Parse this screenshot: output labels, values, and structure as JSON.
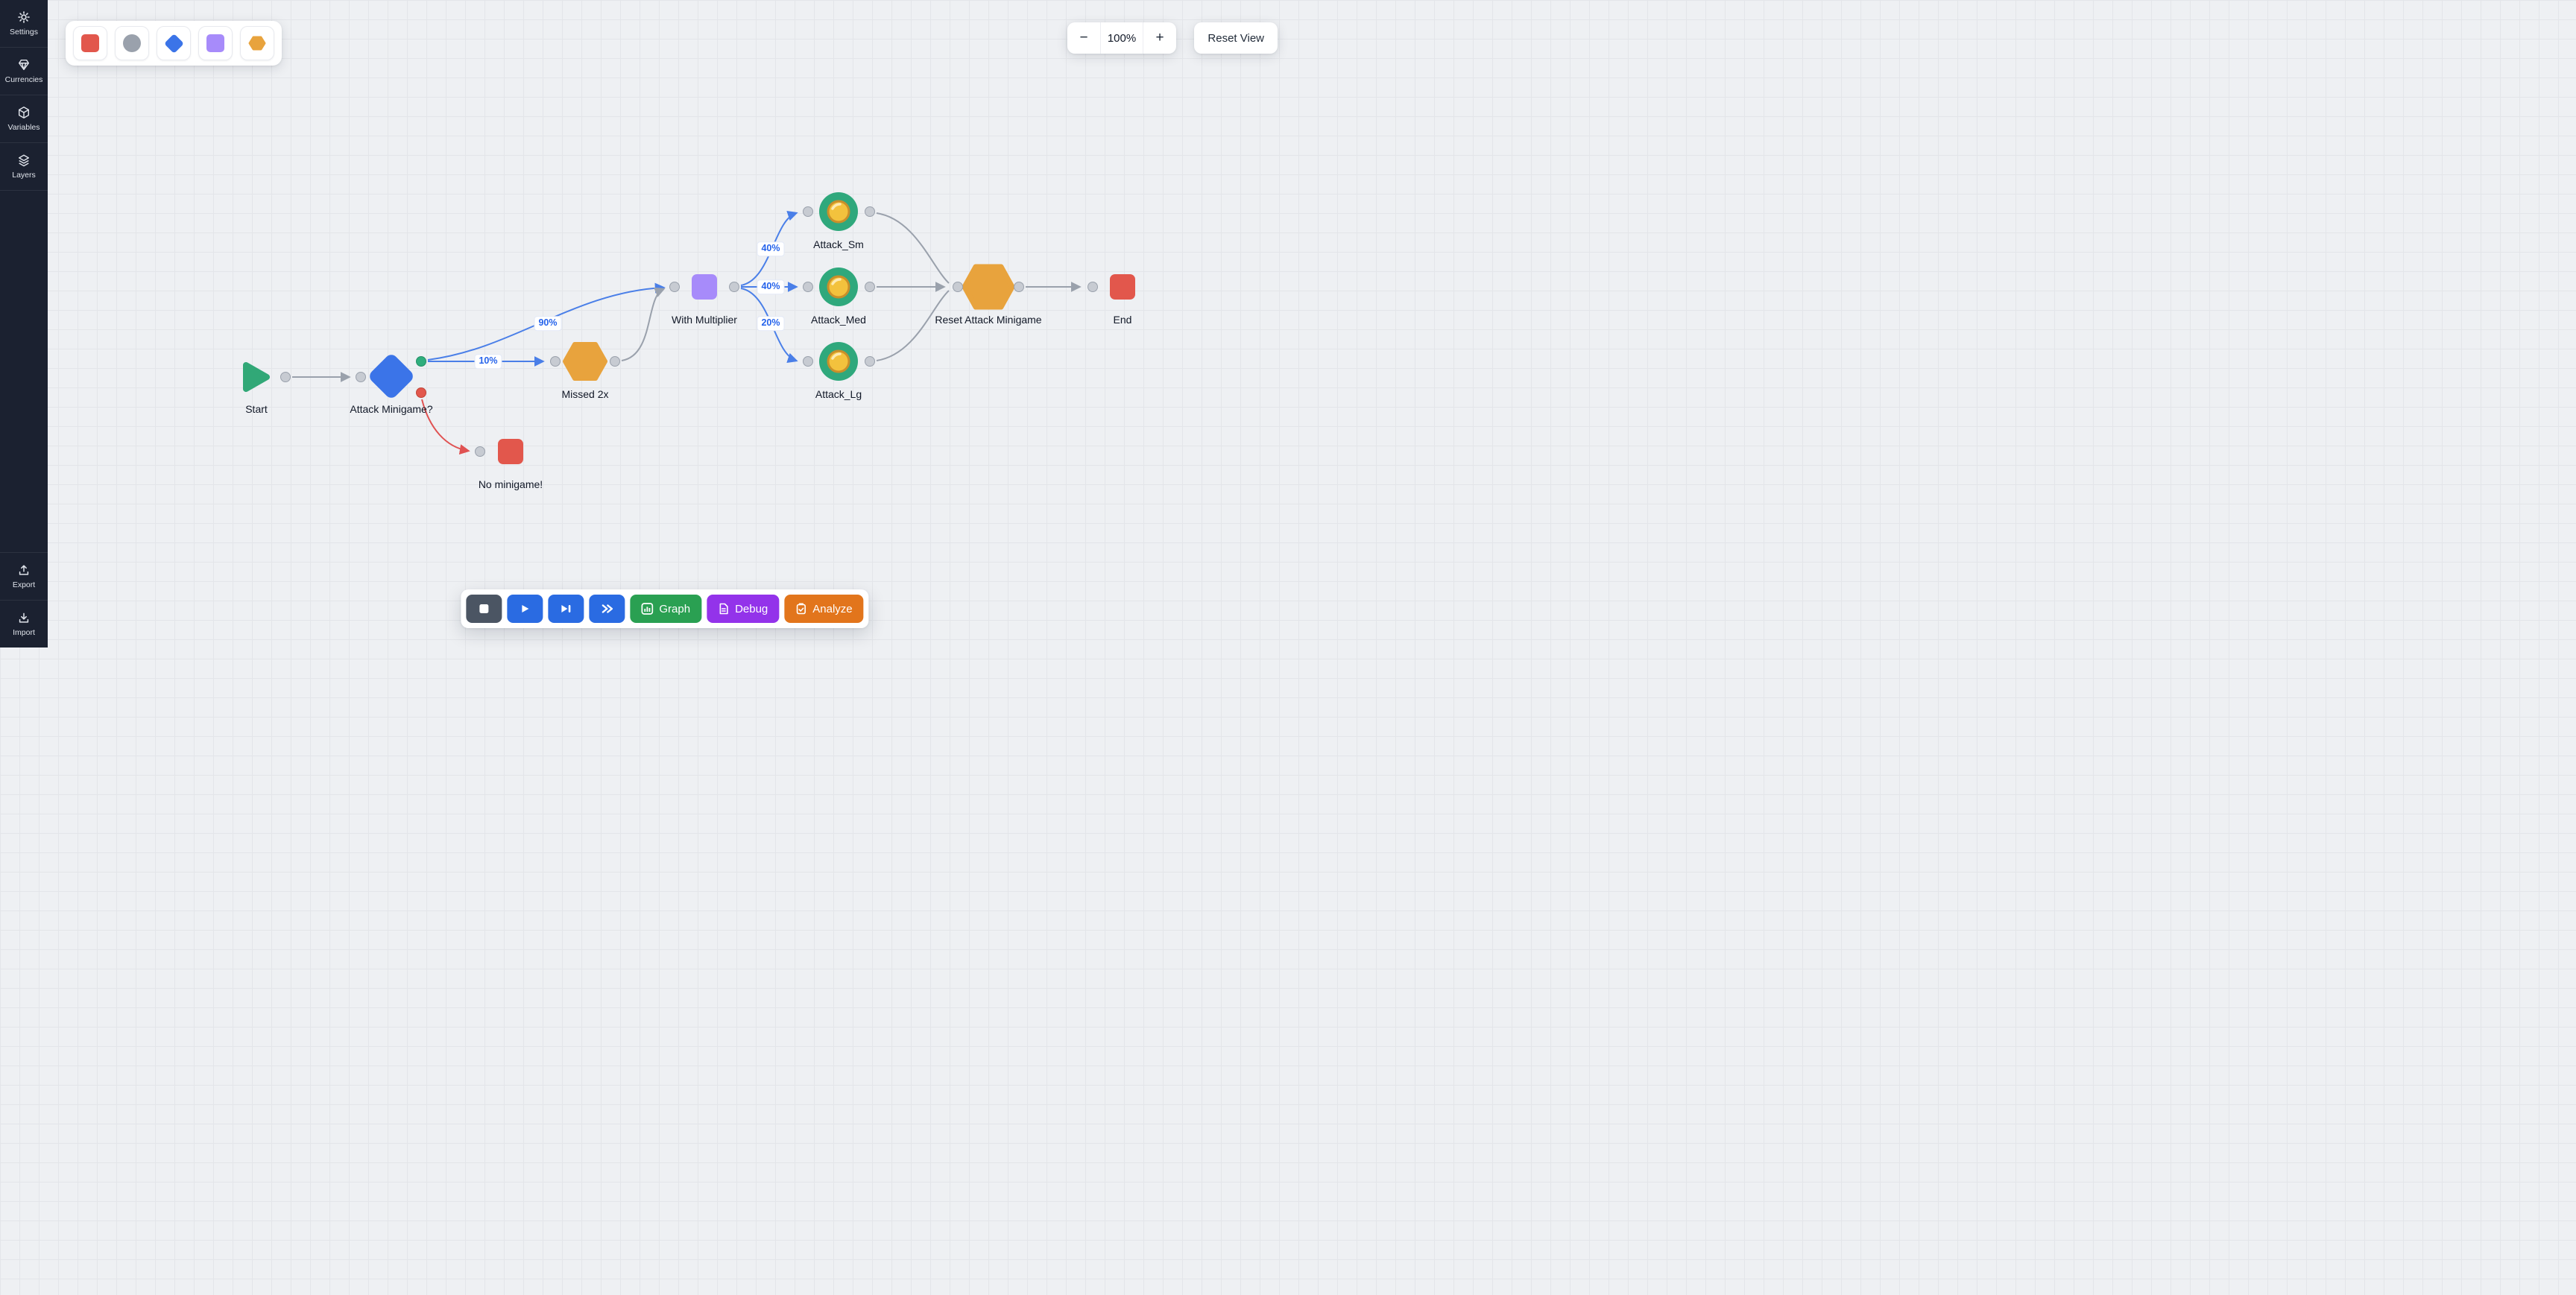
{
  "sidebar": {
    "items": [
      {
        "id": "settings",
        "label": "Settings"
      },
      {
        "id": "currencies",
        "label": "Currencies"
      },
      {
        "id": "variables",
        "label": "Variables"
      },
      {
        "id": "layers",
        "label": "Layers"
      }
    ],
    "bottom_items": [
      {
        "id": "export",
        "label": "Export"
      },
      {
        "id": "import",
        "label": "Import"
      }
    ]
  },
  "palette": {
    "items": [
      {
        "id": "red-square-tool"
      },
      {
        "id": "gray-circle-tool"
      },
      {
        "id": "blue-diamond-tool"
      },
      {
        "id": "purple-square-tool"
      },
      {
        "id": "orange-hexagon-tool"
      }
    ]
  },
  "zoom": {
    "out": "−",
    "level": "100%",
    "in": "+",
    "reset": "Reset View"
  },
  "playbar": {
    "graph": "Graph",
    "debug": "Debug",
    "analyze": "Analyze"
  },
  "nodes": [
    {
      "id": "start",
      "label": "Start",
      "shape": "green-triangle"
    },
    {
      "id": "attack-minigame",
      "label": "Attack Minigame?",
      "shape": "blue-diamond"
    },
    {
      "id": "no-minigame",
      "label": "No minigame!",
      "shape": "red-square"
    },
    {
      "id": "missed-2x",
      "label": "Missed 2x",
      "shape": "orange-hexagon"
    },
    {
      "id": "with-multiplier",
      "label": "With Multiplier",
      "shape": "purple-square"
    },
    {
      "id": "attack-sm",
      "label": "Attack_Sm",
      "shape": "green-coin-circle"
    },
    {
      "id": "attack-med",
      "label": "Attack_Med",
      "shape": "green-coin-circle"
    },
    {
      "id": "attack-lg",
      "label": "Attack_Lg",
      "shape": "green-coin-circle"
    },
    {
      "id": "reset-attack-minigame",
      "label": "Reset Attack Minigame",
      "shape": "orange-hexagon"
    },
    {
      "id": "end",
      "label": "End",
      "shape": "red-square"
    }
  ],
  "edges": [
    {
      "from": "start",
      "to": "attack-minigame",
      "label": ""
    },
    {
      "from": "attack-minigame",
      "to": "with-multiplier",
      "label": "90%"
    },
    {
      "from": "attack-minigame",
      "to": "missed-2x",
      "label": "10%"
    },
    {
      "from": "attack-minigame",
      "to": "no-minigame",
      "label": ""
    },
    {
      "from": "missed-2x",
      "to": "with-multiplier",
      "label": ""
    },
    {
      "from": "with-multiplier",
      "to": "attack-sm",
      "label": "40%"
    },
    {
      "from": "with-multiplier",
      "to": "attack-med",
      "label": "40%"
    },
    {
      "from": "with-multiplier",
      "to": "attack-lg",
      "label": "20%"
    },
    {
      "from": "attack-sm",
      "to": "reset-attack-minigame",
      "label": ""
    },
    {
      "from": "attack-med",
      "to": "reset-attack-minigame",
      "label": ""
    },
    {
      "from": "attack-lg",
      "to": "reset-attack-minigame",
      "label": ""
    },
    {
      "from": "reset-attack-minigame",
      "to": "end",
      "label": ""
    }
  ],
  "colors": {
    "sidebar_bg": "#1b2130",
    "node_green": "#31a877",
    "node_blue": "#3b74e8",
    "node_orange": "#e8a33d",
    "node_purple": "#a78bfa",
    "node_red": "#e2574c",
    "coin_gold": "#f3c23d",
    "edge_gray": "#9aa1ac",
    "edge_blue": "#4a7fe8",
    "edge_red": "#e05252",
    "btn_stop_gray": "#4b5563",
    "btn_blue": "#2a6be2",
    "btn_graph_green": "#2aa052",
    "btn_debug_purple": "#9333ea",
    "btn_analyze_orange": "#e2751c"
  }
}
